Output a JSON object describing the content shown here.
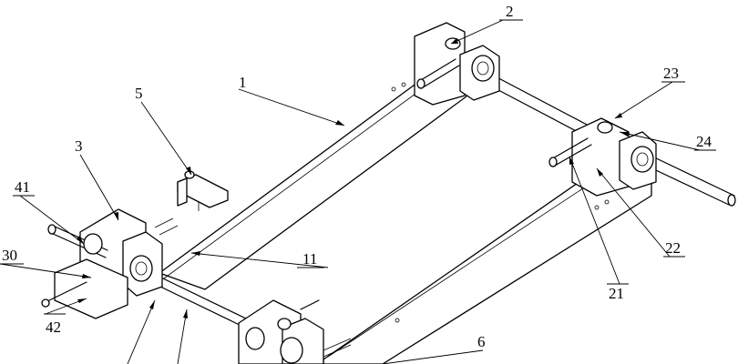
{
  "labels": {
    "l1": "1",
    "l2": "2",
    "l3": "3",
    "l5": "5",
    "l6": "6",
    "l11": "11",
    "l21": "21",
    "l22": "22",
    "l23": "23",
    "l24": "24",
    "l30": "30",
    "l41": "41",
    "l42": "42"
  }
}
